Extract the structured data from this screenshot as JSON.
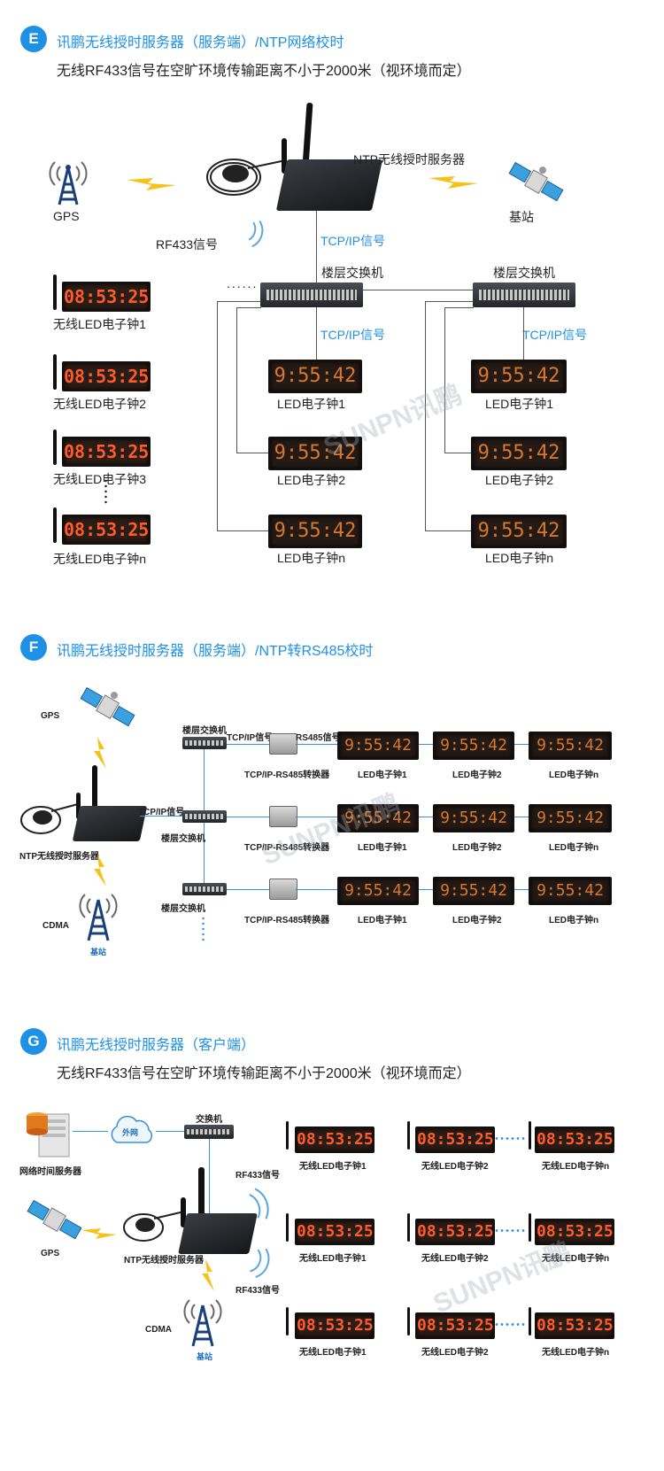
{
  "sectionE": {
    "badge": "E",
    "title": "讯鹏无线授时服务器（服务端）/NTP网络校时",
    "subtitle": "无线RF433信号在空旷环境传输距离不小于2000米（视环境而定）",
    "gps": "GPS",
    "base": "基站",
    "server": "NTP无线授时服务器",
    "rf": "RF433信号",
    "tcp1": "TCP/IP信号",
    "switch1": "楼层交换机",
    "switch2": "楼层交换机",
    "tcp2": "TCP/IP信号",
    "tcp3": "TCP/IP信号",
    "dots": "......",
    "wireless_time": "08:53:25",
    "wired_time": "9:55:42",
    "wireless_clocks": [
      "无线LED电子钟1",
      "无线LED电子钟2",
      "无线LED电子钟3",
      "无线LED电子钟n"
    ],
    "clocks_left": [
      "LED电子钟1",
      "LED电子钟2",
      "LED电子钟n"
    ],
    "clocks_right": [
      "LED电子钟1",
      "LED电子钟2",
      "LED电子钟n"
    ],
    "watermark": "SUNPN讯鹏"
  },
  "sectionF": {
    "badge": "F",
    "title": "讯鹏无线授时服务器（服务端）/NTP转RS485校时",
    "gps": "GPS",
    "cdma": "CDMA",
    "base": "基站",
    "server": "NTP无线授时服务器",
    "tcp_server": "TCP/IP信号",
    "switch_labels": [
      "楼层交换机",
      "楼层交换机",
      "楼层交换机"
    ],
    "tcp_row": "TCP/IP信号",
    "rs485": "RS485信号",
    "converter": "TCP/IP-RS485转换器",
    "time": "9:55:42",
    "clock_labels": [
      "LED电子钟1",
      "LED电子钟2",
      "LED电子钟n"
    ],
    "watermark": "SUNPN讯鹏"
  },
  "sectionG": {
    "badge": "G",
    "title": "讯鹏无线授时服务器（客户端）",
    "subtitle": "无线RF433信号在空旷环境传输距离不小于2000米（视环境而定）",
    "net_server": "网络时间服务器",
    "internet": "外网",
    "switch": "交换机",
    "rf_top": "RF433信号",
    "rf_bottom": "RF433信号",
    "gps": "GPS",
    "server": "NTP无线授时服务器",
    "cdma": "CDMA",
    "base": "基站",
    "time": "08:53:25",
    "clock_labels": [
      "无线LED电子钟1",
      "无线LED电子钟2",
      "无线LED电子钟n"
    ],
    "watermark": "SUNPN讯鹏"
  },
  "colors": {
    "accent": "#1e90e6",
    "led": "#ff5a2a"
  }
}
